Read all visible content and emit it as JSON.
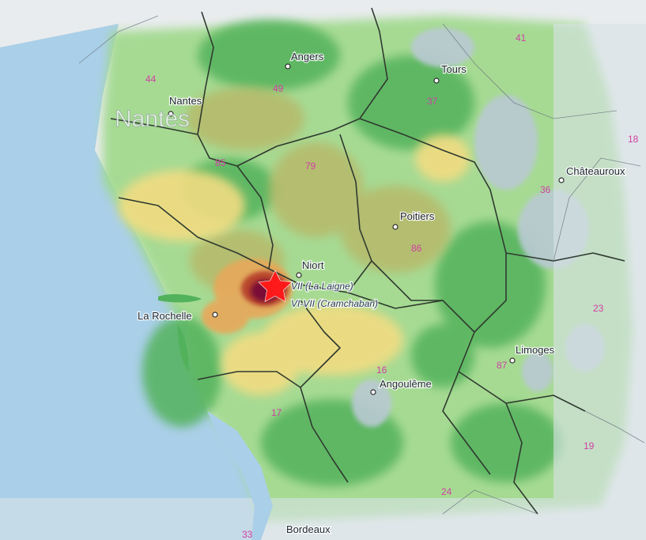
{
  "cities": [
    {
      "id": "angers",
      "label": "Angers"
    },
    {
      "id": "tours",
      "label": "Tours"
    },
    {
      "id": "nantes",
      "label": "Nantes"
    },
    {
      "id": "chateauroux",
      "label": "Châteauroux"
    },
    {
      "id": "poitiers",
      "label": "Poitiers"
    },
    {
      "id": "niort",
      "label": "Niort"
    },
    {
      "id": "la-rochelle",
      "label": "La Rochelle"
    },
    {
      "id": "limoges",
      "label": "Limoges"
    },
    {
      "id": "angouleme",
      "label": "Angoulême"
    },
    {
      "id": "bordeaux",
      "label": "Bordeaux"
    }
  ],
  "region_label": "Nantes",
  "departments": [
    "44",
    "49",
    "37",
    "41",
    "18",
    "85",
    "79",
    "86",
    "36",
    "87",
    "23",
    "16",
    "17",
    "19",
    "24",
    "33"
  ],
  "epicenters": [
    {
      "id": "laigne",
      "label": "VII (La Laigne)"
    },
    {
      "id": "cramchaban",
      "label": "VI-VII (Cramchaban)"
    }
  ],
  "colors": {
    "sea": "#aacfe8",
    "land": "#e9ecee",
    "intensity_low": "#9fd98a",
    "intensity_mid_low": "#52b25c",
    "intensity_mid": "#f2dc82",
    "intensity_mid_high": "#e8a85a",
    "intensity_high": "#b5402a",
    "intensity_max": "#7a1036",
    "marker": "#ff1a1a",
    "department_label": "#d13fa3"
  },
  "marker_icon": "star-icon"
}
